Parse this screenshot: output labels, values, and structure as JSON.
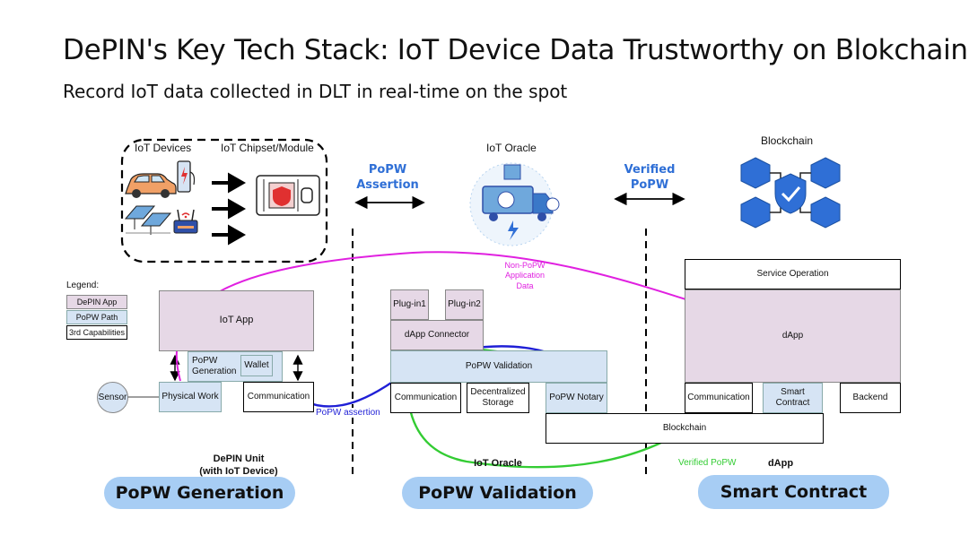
{
  "title": "DePIN's Key Tech Stack: IoT Device Data Trustworthy on Blokchain",
  "subtitle": "Record IoT data collected in DLT in real-time on the spot",
  "top": {
    "iot_devices": "IoT Devices",
    "iot_chipset": "IoT Chipset/Module",
    "popw_assertion": [
      "PoPW",
      "Assertion"
    ],
    "iot_oracle": "IoT Oracle",
    "verified_popw": [
      "Verified",
      "PoPW"
    ],
    "blockchain": "Blockchain"
  },
  "legend": {
    "title": "Legend:",
    "items": [
      {
        "label": "DePIN App",
        "color": "#e6d8e6"
      },
      {
        "label": "PoPW Path",
        "color": "#d6e4f4"
      },
      {
        "label": "3rd Capabilities",
        "color": "#ffffff"
      }
    ]
  },
  "depin": {
    "iot_app": "IoT App",
    "popw_generation": [
      "PoPW",
      "Generation"
    ],
    "wallet": "Wallet",
    "sensor": "Sensor",
    "physical_work": "Physical Work",
    "communication": "Communication",
    "caption": [
      "DePIN Unit",
      "(with IoT Device)"
    ]
  },
  "oracle": {
    "plugin1": "Plug-in1",
    "plugin2": "Plug-in2",
    "dapp_connector": "dApp Connector",
    "popw_validation": "PoPW Validation",
    "communication": "Communication",
    "decentralized_storage": [
      "Decentralized",
      "Storage"
    ],
    "popw_notary": "PoPW Notary",
    "caption": "IoT Oracle"
  },
  "dapp": {
    "service_operation": "Service Operation",
    "dapp": "dApp",
    "communication": "Communication",
    "smart_contract": [
      "Smart",
      "Contract"
    ],
    "backend": "Backend",
    "caption": "dApp"
  },
  "blockchain_bar": "Blockchain",
  "annotations": {
    "non_popw": [
      "Non-PoPW",
      "Application",
      "Data"
    ],
    "popw_assertion": "PoPW assertion",
    "verified_popw": "Verified PoPW"
  },
  "colors": {
    "magenta": "#e020e0",
    "blue": "#1f1fd6",
    "green": "#33cc33",
    "pill": "#a7cdf4"
  },
  "pills": [
    "PoPW Generation",
    "PoPW Validation",
    "Smart Contract"
  ]
}
